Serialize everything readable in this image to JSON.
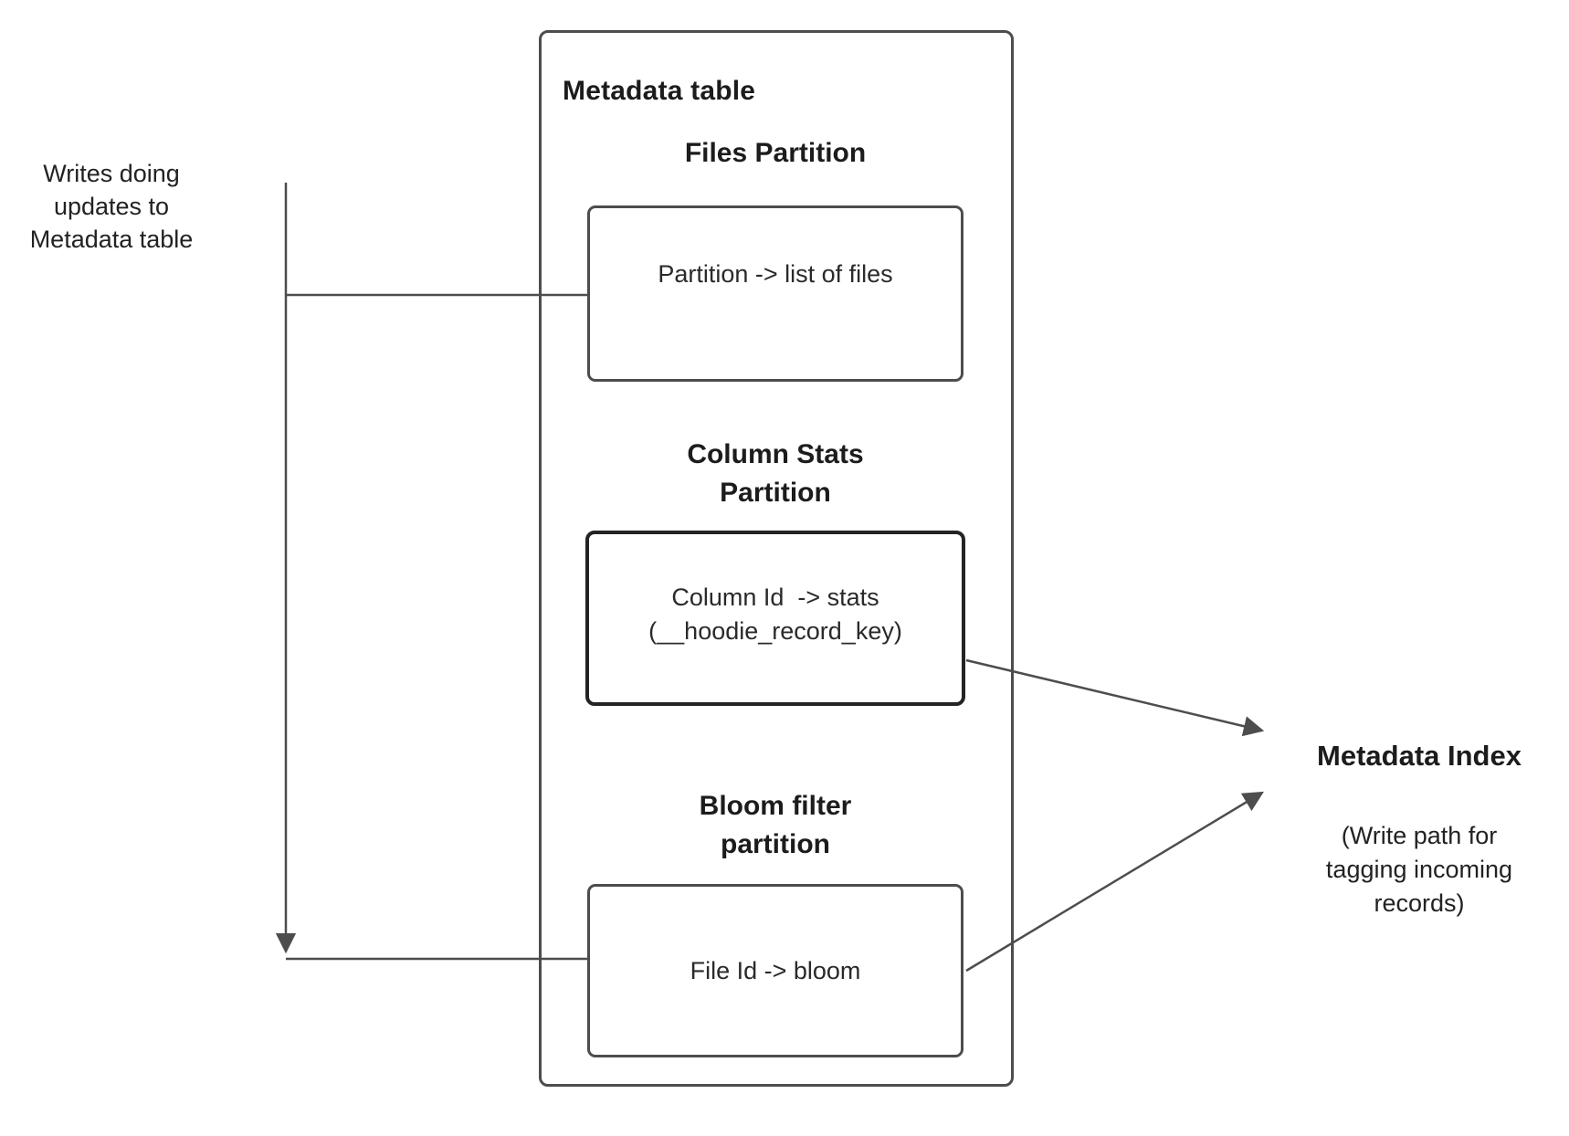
{
  "colors": {
    "background": "#ffffff",
    "line": "#4d4d4d",
    "text": "#1c1c1c",
    "box_border": "#4d4d4d",
    "column_stats_box_border": "#242424"
  },
  "left_note": "Writes doing\nupdates to\nMetadata table",
  "metadata_table": {
    "title": "Metadata table",
    "files_partition": {
      "heading": "Files Partition",
      "mapping": "Partition -> list of files"
    },
    "column_stats_partition": {
      "heading": "Column Stats\nPartition",
      "mapping": "Column Id  -> stats\n(__hoodie_record_key)"
    },
    "bloom_filter_partition": {
      "heading": "Bloom filter\npartition",
      "mapping": "File Id -> bloom"
    }
  },
  "metadata_index": {
    "title": "Metadata Index",
    "subtitle": "(Write path for\ntagging incoming\nrecords)"
  }
}
